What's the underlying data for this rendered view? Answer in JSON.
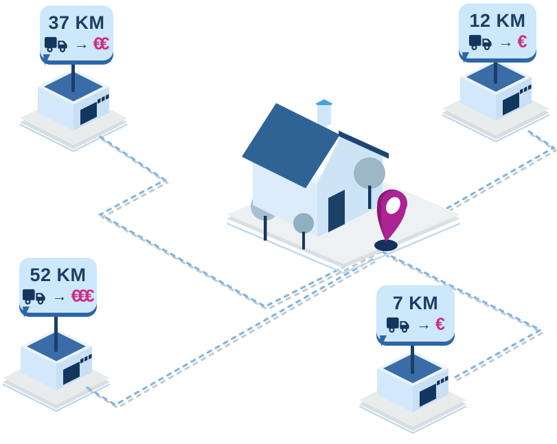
{
  "signs": [
    {
      "position": "top-left",
      "distance": "37 KM",
      "cost": "€€"
    },
    {
      "position": "top-right",
      "distance": "12 KM",
      "cost": "€"
    },
    {
      "position": "bottom-left",
      "distance": "52 KM",
      "cost": "€€€"
    },
    {
      "position": "bottom-right",
      "distance": "7 KM",
      "cost": "€"
    }
  ],
  "icons": {
    "truck": "truck-icon",
    "arrow": "→",
    "pin": "location-pin"
  },
  "colors": {
    "sign_background": "#cde7fb",
    "sign_edge": "#2d66a7",
    "text_navy": "#1c3e66",
    "euro_pink": "#d02a86",
    "route_dash_blue": "#7eb5e3",
    "roof_blue": "#2f6396",
    "pin_magenta": "#ad2393"
  }
}
